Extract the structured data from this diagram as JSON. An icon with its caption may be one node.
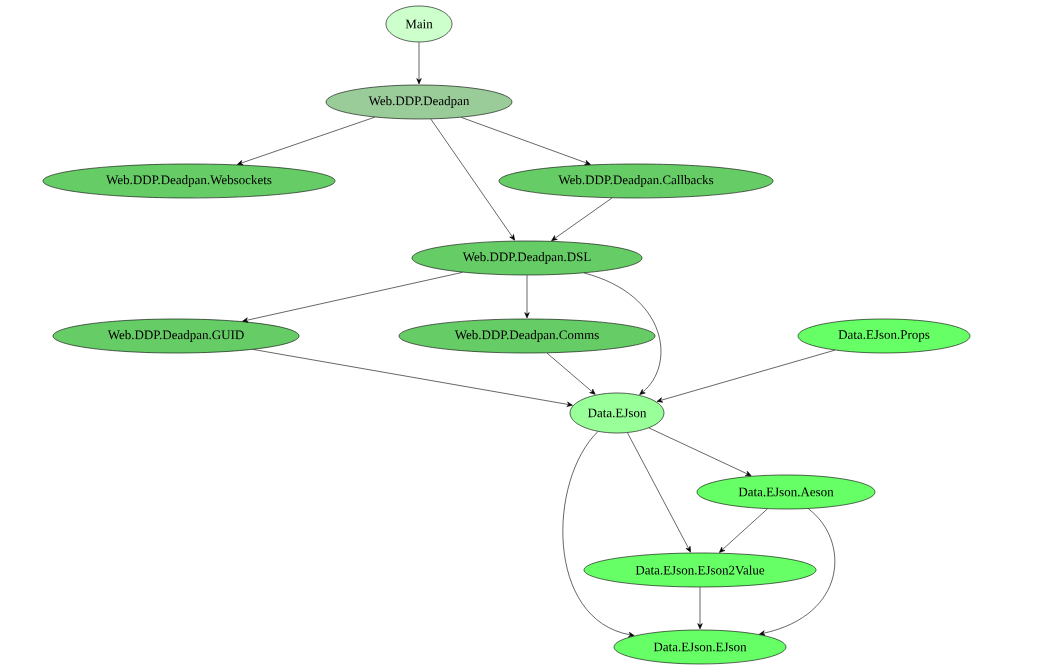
{
  "diagram": {
    "nodes": [
      {
        "text": [
          "Main"
        ]
      },
      {
        "text": [
          "Web.DDP.Deadpan"
        ]
      },
      {
        "text": [
          "Web.DDP.Deadpan.Websockets"
        ]
      },
      {
        "text": [
          "Web.DDP.Deadpan.Callbacks"
        ]
      },
      {
        "text": [
          "Web.DDP.Deadpan.DSL"
        ]
      },
      {
        "text": [
          "Web.DDP.Deadpan.GUID"
        ]
      },
      {
        "text": [
          "Web.DDP.Deadpan.Comms"
        ]
      },
      {
        "text": [
          "Data.EJson.Props"
        ]
      },
      {
        "text": [
          "Data.EJson"
        ]
      },
      {
        "text": [
          "Data.EJson.Aeson"
        ]
      },
      {
        "text": [
          "Data.EJson.EJson2Value"
        ]
      },
      {
        "text": [
          "Data.EJson.EJson"
        ]
      }
    ],
    "edges": [
      {
        "from": 0,
        "to": 1,
        "arrow": "to"
      },
      {
        "from": 1,
        "to": 2,
        "arrow": "to"
      },
      {
        "from": 1,
        "to": 3,
        "arrow": "to"
      },
      {
        "from": 1,
        "to": 4,
        "arrow": "to"
      },
      {
        "from": 3,
        "to": 4,
        "arrow": "to"
      },
      {
        "from": 4,
        "to": 5,
        "arrow": "to"
      },
      {
        "from": 4,
        "to": 6,
        "arrow": "to"
      },
      {
        "from": 4,
        "to": 8,
        "arrow": "to"
      },
      {
        "from": 5,
        "to": 8,
        "arrow": "to"
      },
      {
        "from": 6,
        "to": 8,
        "arrow": "to"
      },
      {
        "from": 7,
        "to": 8,
        "arrow": "to"
      },
      {
        "from": 8,
        "to": 9,
        "arrow": "to"
      },
      {
        "from": 8,
        "to": 10,
        "arrow": "to"
      },
      {
        "from": 8,
        "to": 11,
        "arrow": "to"
      },
      {
        "from": 9,
        "to": 10,
        "arrow": "to"
      },
      {
        "from": 9,
        "to": 11,
        "arrow": "to"
      },
      {
        "from": 10,
        "to": 11,
        "arrow": "to"
      }
    ]
  }
}
